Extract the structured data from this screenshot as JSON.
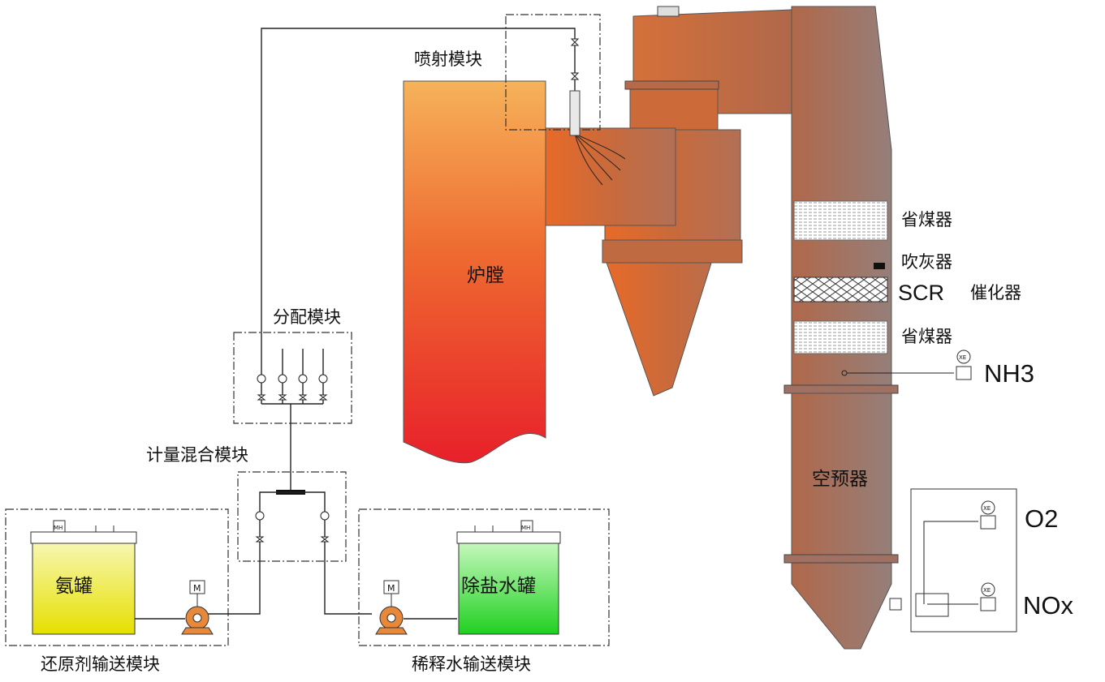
{
  "labels": {
    "spray_module": "喷射模块",
    "furnace": "炉膛",
    "distribution_module": "分配模块",
    "metering_module": "计量混合模块",
    "ammonia_tank": "氨罐",
    "water_tank": "除盐水罐",
    "reductant_module": "还原剂输送模块",
    "dilution_module": "稀释水输送模块",
    "economizer_upper": "省煤器",
    "soot_blower": "吹灰器",
    "scr_prefix": "SCR",
    "scr_catalyst": "催化器",
    "economizer_lower": "省煤器",
    "nh3": "NH3",
    "air_preheater": "空预器",
    "o2": "O2",
    "nox": "NOx",
    "motor": "M",
    "manhole": "MH",
    "xe": "XE"
  },
  "colors": {
    "furnace_top": "#f6b25a",
    "furnace_bottom": "#e8202a",
    "duct_warm": "#e3682c",
    "duct_brown": "#b86a4a",
    "tower_gray": "#9c7d77",
    "ammonia_tank_top": "#f5f5a0",
    "ammonia_tank_bottom": "#e6e000",
    "water_tank_top": "#b8f7b0",
    "water_tank_bottom": "#28d428",
    "pump": "#e8883a"
  }
}
